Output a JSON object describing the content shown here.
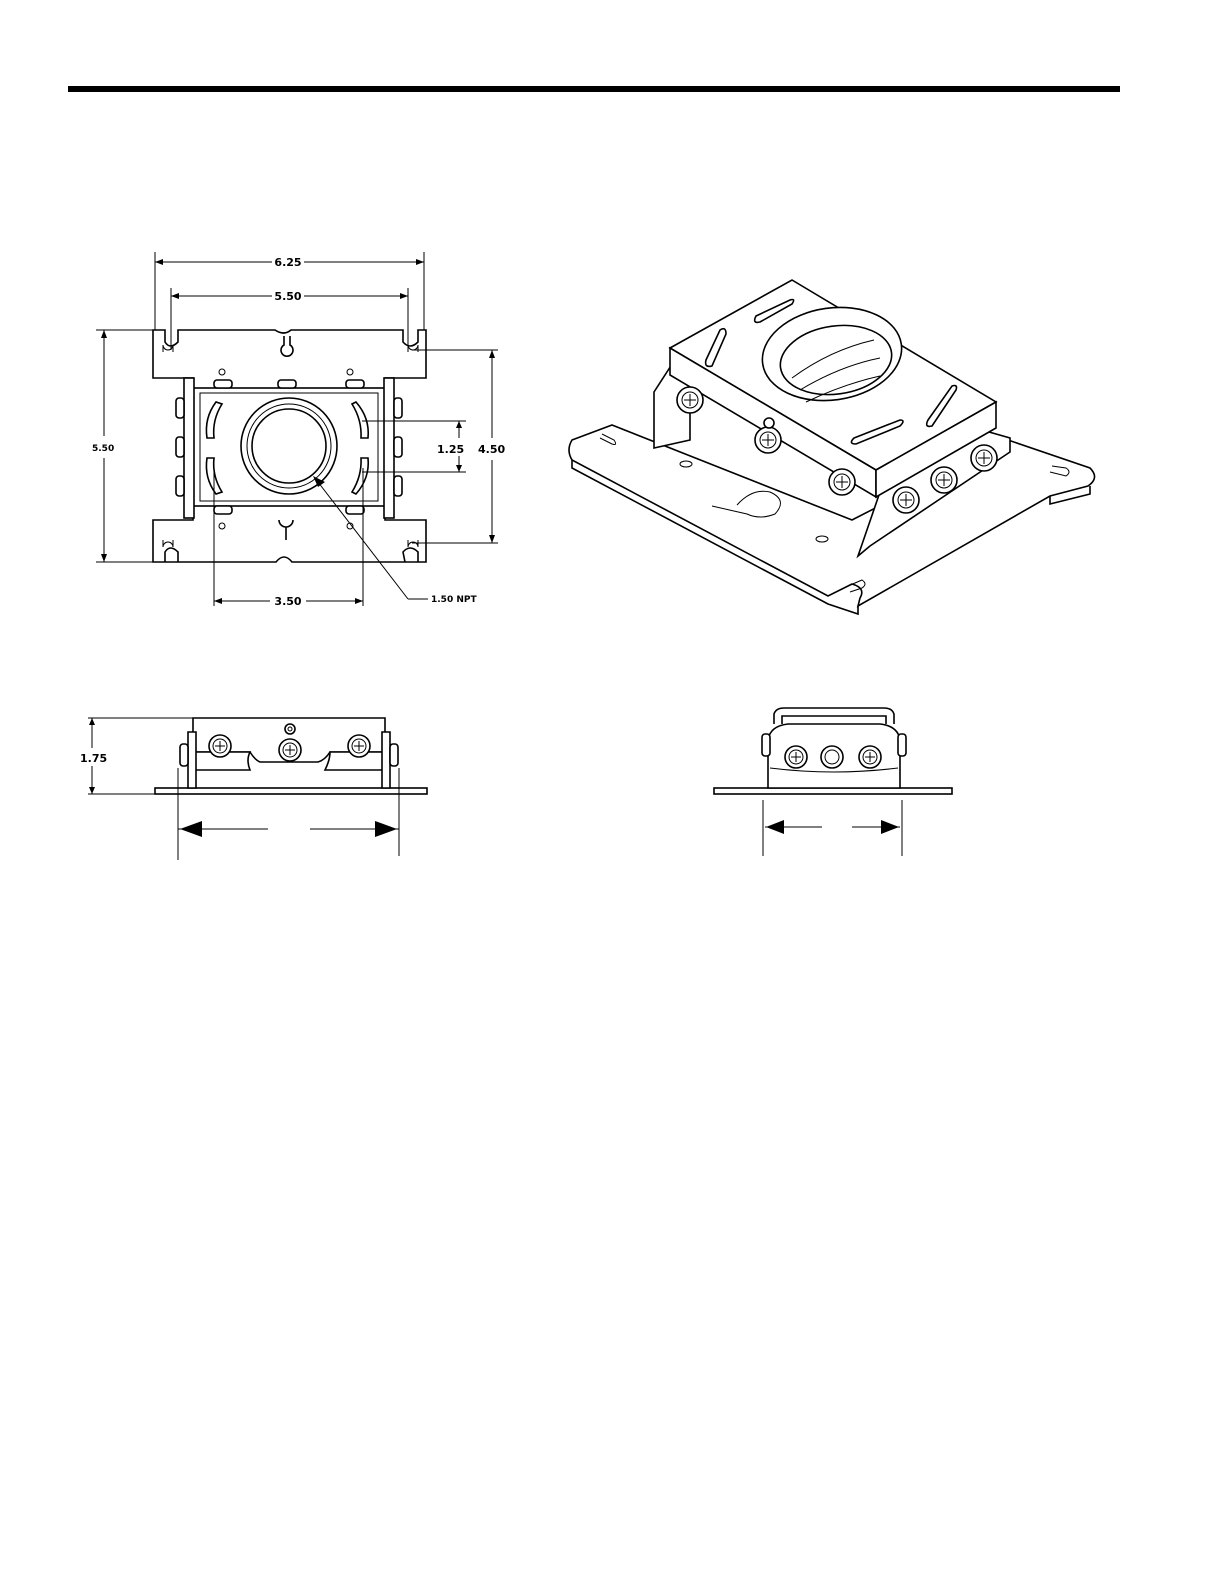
{
  "dimensions": {
    "overall_width": "6.25",
    "slot_spacing": "5.50",
    "overall_depth": "5.50",
    "hole_depth": "4.50",
    "slot_offset": "1.25",
    "bottom_spacing": "3.50",
    "pipe_thread": "1.50 NPT",
    "height": "1.75"
  },
  "colors": {
    "line": "#000000",
    "background": "#ffffff"
  }
}
